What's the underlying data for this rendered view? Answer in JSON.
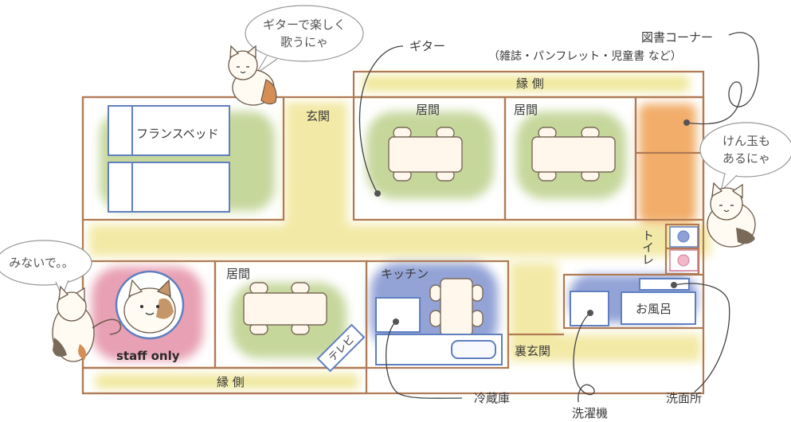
{
  "colors": {
    "wall": "#b07a55",
    "corridor": "#f3e9a6",
    "tatami": "#c6d79c",
    "staff": "#e8a0b4",
    "kitchen": "#93a3d6",
    "library": "#f2ad6a",
    "furniture_outline": "#5f7fc0"
  },
  "rooms": {
    "entrance": "玄関",
    "engawa_top": "縁 側",
    "engawa_bottom": "縁 側",
    "living_1": "居間",
    "living_2": "居間",
    "living_3": "居間",
    "kitchen": "キッチン",
    "toilet": "トイレ",
    "bath": "お風呂",
    "back_entrance": "裏玄関",
    "staff_only": "staff only"
  },
  "furniture": {
    "french_bed": "フランスベッド",
    "tv": "テレビ"
  },
  "callouts": {
    "guitar": "ギター",
    "library_title": "図書コーナー",
    "library_sub": "（雑誌・パンフレット・児童書 など）",
    "fridge": "冷蔵庫",
    "washer": "洗濯機",
    "washroom": "洗面所"
  },
  "bubbles": {
    "guitar_cat": [
      "ギターで楽しく",
      "歌うにゃ"
    ],
    "kendama_cat": [
      "けん玉も",
      "あるにゃ"
    ],
    "staff_cat": "みないで。。"
  },
  "icons": [
    "cat-icon",
    "guitar-cat-icon",
    "staff-cat-icon",
    "kendama-cat-icon"
  ]
}
